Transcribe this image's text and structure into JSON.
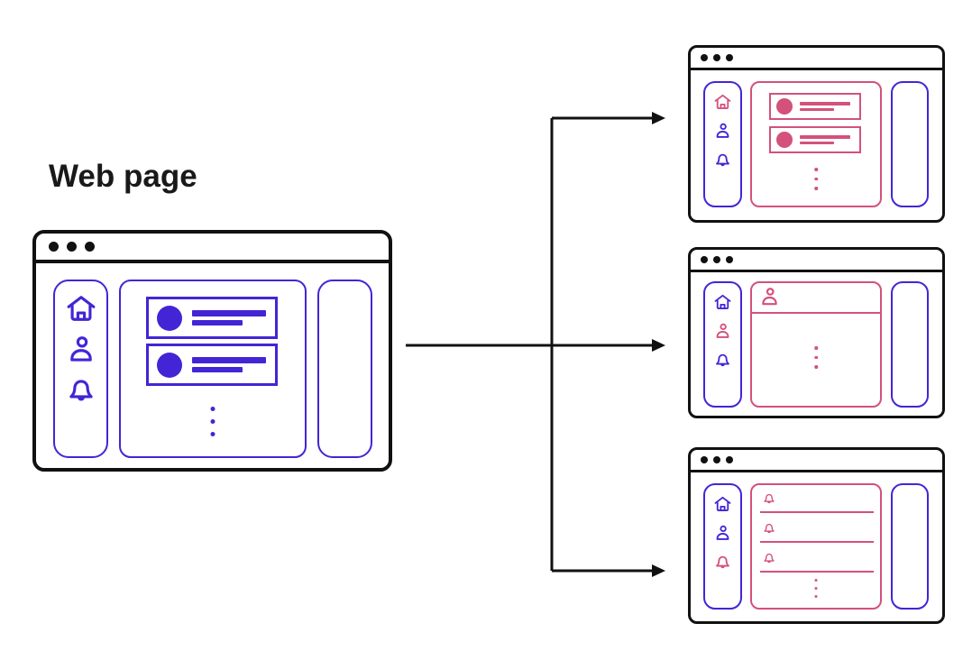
{
  "title": {
    "text": "Web page"
  },
  "colors": {
    "blue": "#4325d6",
    "pink": "#d4517b",
    "ink": "#111111",
    "canvas": "#ffffff"
  },
  "source_window": {
    "name": "web-page-browser-window",
    "traffic_light_dots": 3,
    "sidebar": {
      "icons": [
        {
          "name": "home",
          "color": "blue"
        },
        {
          "name": "profile",
          "color": "blue"
        },
        {
          "name": "notifications",
          "color": "blue"
        }
      ]
    },
    "feed": {
      "post_cards": 2,
      "card_elements": [
        "avatar-circle",
        "text-line-long",
        "text-line-short"
      ],
      "more_indicator": "vertical-ellipsis"
    },
    "right_rail": {
      "content": "empty"
    }
  },
  "derived_windows": [
    {
      "view": "feed",
      "traffic_light_dots": 3,
      "sidebar_icon_colors": {
        "home": "pink",
        "profile": "blue",
        "notifications": "blue"
      },
      "main_panel": {
        "border": "pink",
        "post_cards": 2,
        "more_indicator": "vertical-ellipsis"
      },
      "right_rail": {
        "content": "empty"
      }
    },
    {
      "view": "profile",
      "traffic_light_dots": 3,
      "sidebar_icon_colors": {
        "home": "blue",
        "profile": "pink",
        "notifications": "blue"
      },
      "main_panel": {
        "border": "pink",
        "header_icon": "profile",
        "header_divider": true,
        "more_indicator": "vertical-ellipsis"
      },
      "right_rail": {
        "content": "empty"
      }
    },
    {
      "view": "notifications",
      "traffic_light_dots": 3,
      "sidebar_icon_colors": {
        "home": "blue",
        "profile": "blue",
        "notifications": "pink"
      },
      "main_panel": {
        "border": "pink",
        "notification_rows": 3,
        "row_elements": [
          "bell-icon",
          "rule-line"
        ],
        "more_indicator": "vertical-ellipsis"
      },
      "right_rail": {
        "content": "empty"
      }
    }
  ],
  "arrows": {
    "from": "web-page-browser-window",
    "branches": [
      "feed-window",
      "profile-window",
      "notifications-window"
    ],
    "color": "#111111"
  }
}
